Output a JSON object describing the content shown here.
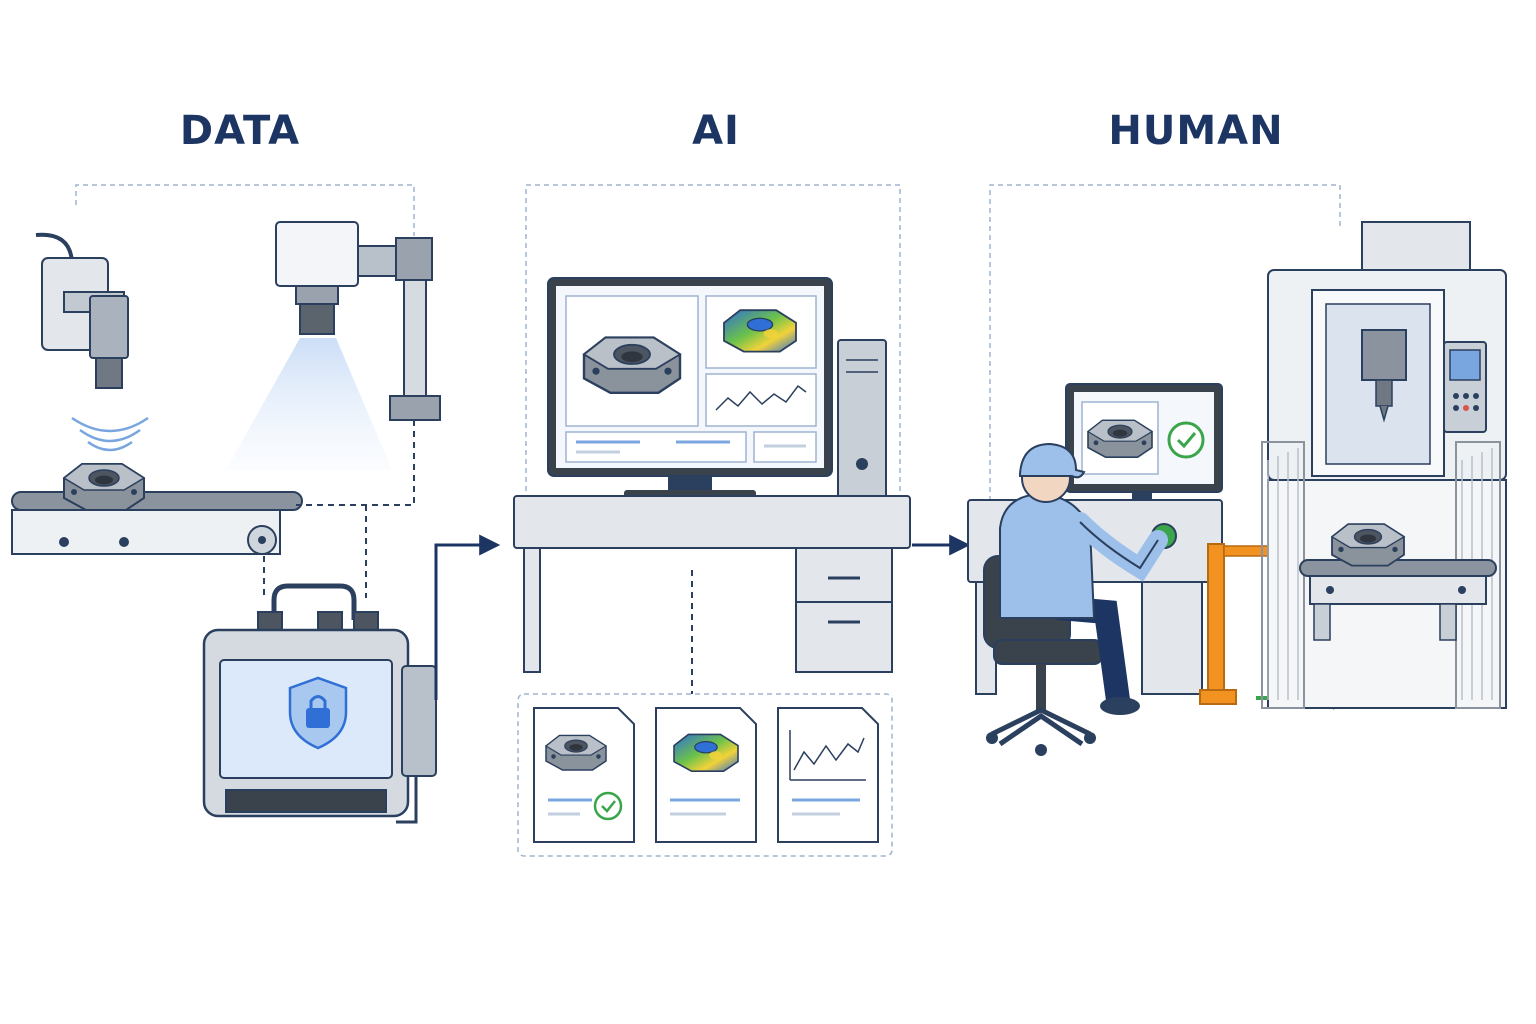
{
  "stages": {
    "data": {
      "title": "DATA"
    },
    "ai": {
      "title": "AI"
    },
    "human": {
      "title": "HUMAN"
    }
  },
  "colors": {
    "title": "#1c3563",
    "line": "#2b3f5e",
    "flow_arrow": "#1c3563",
    "dashed_group": "#9fb3cf",
    "screen_blue": "#dbe9fb",
    "shirt_blue": "#9cc0ea",
    "check_green": "#3aa54a",
    "barrier_orange": "#f29321",
    "release_arrow_green": "#3aa54a",
    "heatmap_blue": "#2f6fd6",
    "heatmap_green": "#6cc24a",
    "heatmap_yellow": "#f2d23a"
  },
  "icons": [
    "proximity-sensor-icon",
    "camera-icon",
    "conveyor-icon",
    "edge-device-icon",
    "shield-lock-icon",
    "workstation-icon",
    "report-document-icon",
    "check-icon",
    "operator-icon",
    "cnc-machine-icon",
    "barrier-gate-icon"
  ]
}
